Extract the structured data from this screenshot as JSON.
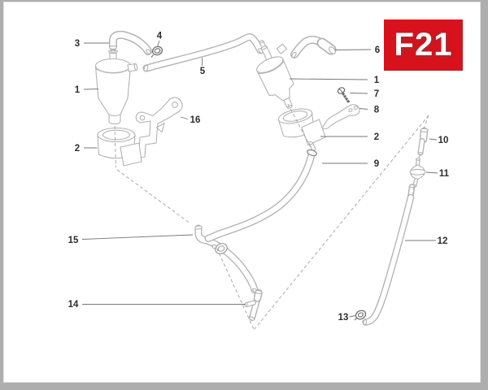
{
  "page": {
    "code": "F21",
    "badge_color": "#d8121c"
  },
  "callouts": {
    "n3": "3",
    "n4": "4",
    "n5": "5",
    "n1_left": "1",
    "n16": "16",
    "n2_left": "2",
    "n6": "6",
    "n1_right": "1",
    "n7": "7",
    "n8": "8",
    "n2_right": "2",
    "n9": "9",
    "n10": "10",
    "n11": "11",
    "n12": "12",
    "n13": "13",
    "n15": "15",
    "n14": "14"
  }
}
